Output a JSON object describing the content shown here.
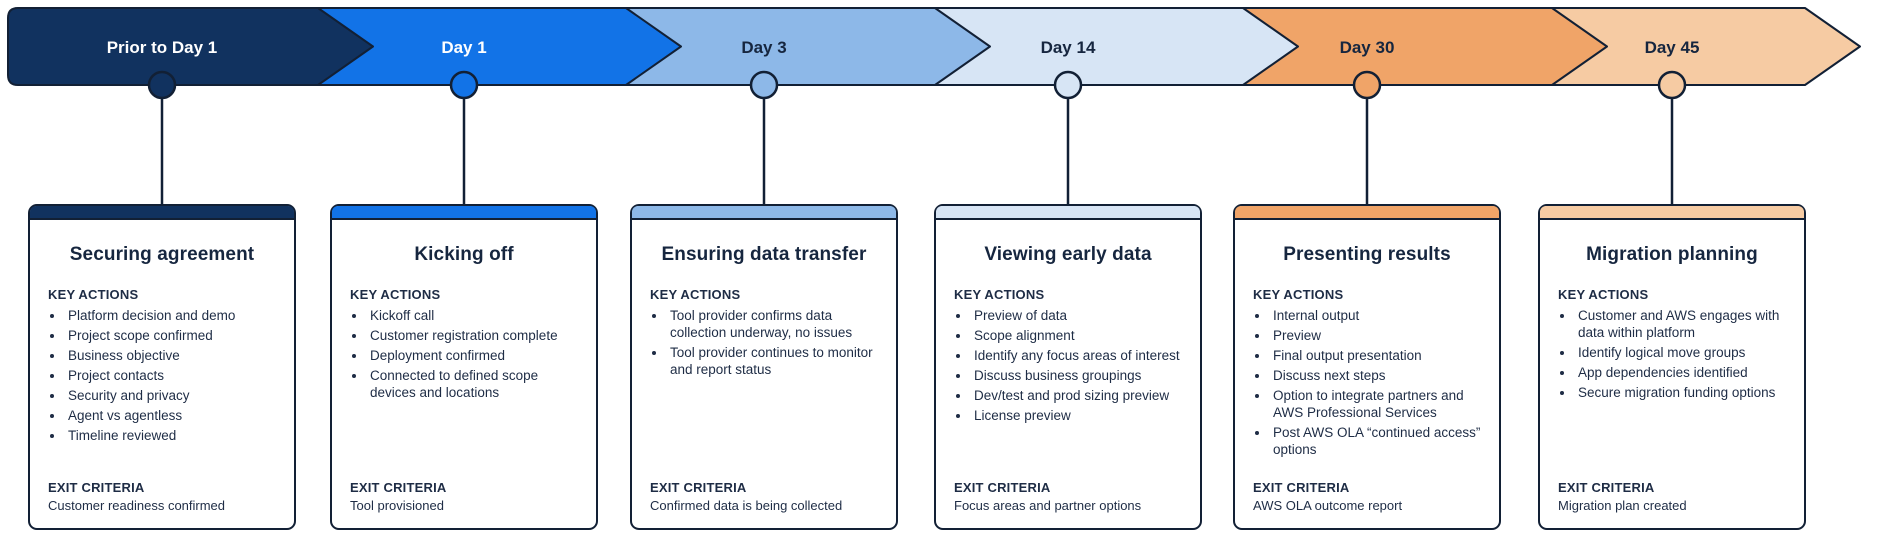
{
  "labels": {
    "key_actions": "KEY ACTIONS",
    "exit_criteria": "EXIT CRITERIA"
  },
  "colors": {
    "outline": "#122035",
    "text_dark": "#1e2c45",
    "white": "#ffffff"
  },
  "timeline": {
    "phases": [
      {
        "day_label": "Prior to Day 1",
        "color": "#11325f",
        "label_color": "#ffffff",
        "card": {
          "title": "Securing agreement",
          "actions": [
            "Platform decision and demo",
            "Project scope confirmed",
            "Business objective",
            "Project contacts",
            "Security and privacy",
            "Agent vs agentless",
            "Timeline reviewed"
          ],
          "exit_criteria": "Customer readiness confirmed"
        }
      },
      {
        "day_label": "Day 1",
        "color": "#1273e7",
        "label_color": "#ffffff",
        "card": {
          "title": "Kicking off",
          "actions": [
            "Kickoff call",
            "Customer registration complete",
            "Deployment confirmed",
            "Connected to defined scope devices and locations"
          ],
          "exit_criteria": "Tool provisioned"
        }
      },
      {
        "day_label": "Day 3",
        "color": "#8db8e8",
        "label_color": "#16263f",
        "card": {
          "title": "Ensuring data transfer",
          "actions": [
            "Tool provider confirms data collection underway, no issues",
            "Tool provider continues to monitor and report status"
          ],
          "exit_criteria": "Confirmed data is being collected"
        }
      },
      {
        "day_label": "Day 14",
        "color": "#d7e5f5",
        "label_color": "#16263f",
        "card": {
          "title": "Viewing early data",
          "actions": [
            "Preview of data",
            "Scope alignment",
            "Identify any focus areas of interest",
            "Discuss business groupings",
            "Dev/test and prod sizing preview",
            "License preview"
          ],
          "exit_criteria": "Focus areas and partner options"
        }
      },
      {
        "day_label": "Day 30",
        "color": "#f0a468",
        "label_color": "#16263f",
        "card": {
          "title": "Presenting  results",
          "actions": [
            "Internal output",
            "Preview",
            "Final output presentation",
            "Discuss next steps",
            "Option to integrate partners and AWS Professional Services",
            "Post AWS OLA “continued access” options"
          ],
          "exit_criteria": "AWS OLA outcome report"
        }
      },
      {
        "day_label": "Day 45",
        "color": "#f6cba3",
        "label_color": "#16263f",
        "card": {
          "title": "Migration planning",
          "actions": [
            "Customer and AWS engages with data within platform",
            "Identify logical move groups",
            "App dependencies identified",
            "Secure migration funding options"
          ],
          "exit_criteria": "Migration plan created"
        }
      }
    ]
  }
}
